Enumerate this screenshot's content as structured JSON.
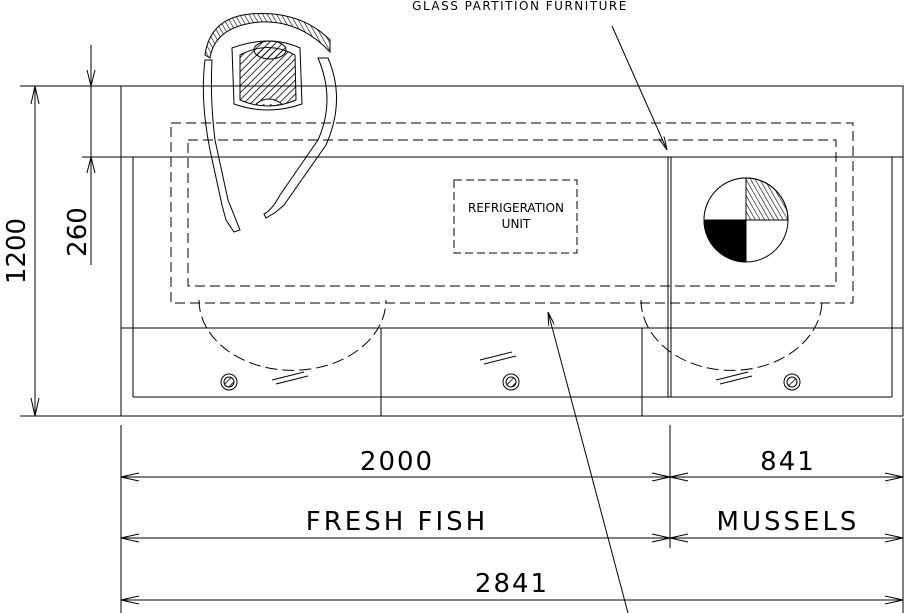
{
  "labels": {
    "glass_partition": "GLASS PARTITION FURNITURE",
    "refrigeration_line1": "REFRIGERATION",
    "refrigeration_line2": "UNIT"
  },
  "dimensions": {
    "height_total": "1200",
    "depth_top": "260",
    "fresh_fish_width": "2000",
    "mussels_width": "841",
    "total_width": "2841"
  },
  "sections": {
    "fresh_fish": "FRESH FISH",
    "mussels": "MUSSELS"
  }
}
